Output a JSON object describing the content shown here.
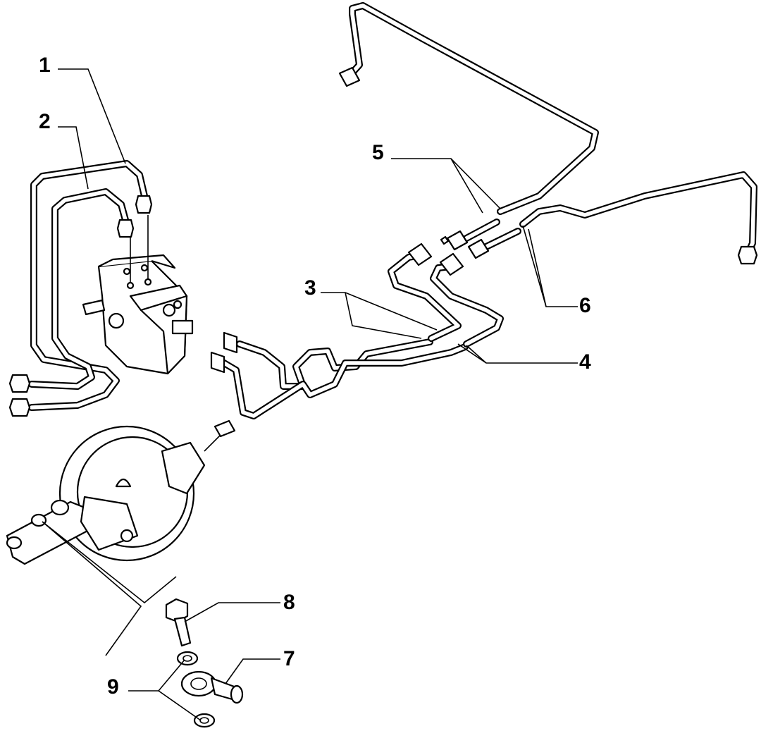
{
  "diagram": {
    "callouts": [
      {
        "id": "1",
        "label": "1"
      },
      {
        "id": "2",
        "label": "2"
      },
      {
        "id": "3",
        "label": "3"
      },
      {
        "id": "4",
        "label": "4"
      },
      {
        "id": "5",
        "label": "5"
      },
      {
        "id": "6",
        "label": "6"
      },
      {
        "id": "7",
        "label": "7"
      },
      {
        "id": "8",
        "label": "8"
      },
      {
        "id": "9",
        "label": "9"
      }
    ],
    "colors": {
      "ink": "#000000",
      "paper": "#ffffff"
    }
  }
}
